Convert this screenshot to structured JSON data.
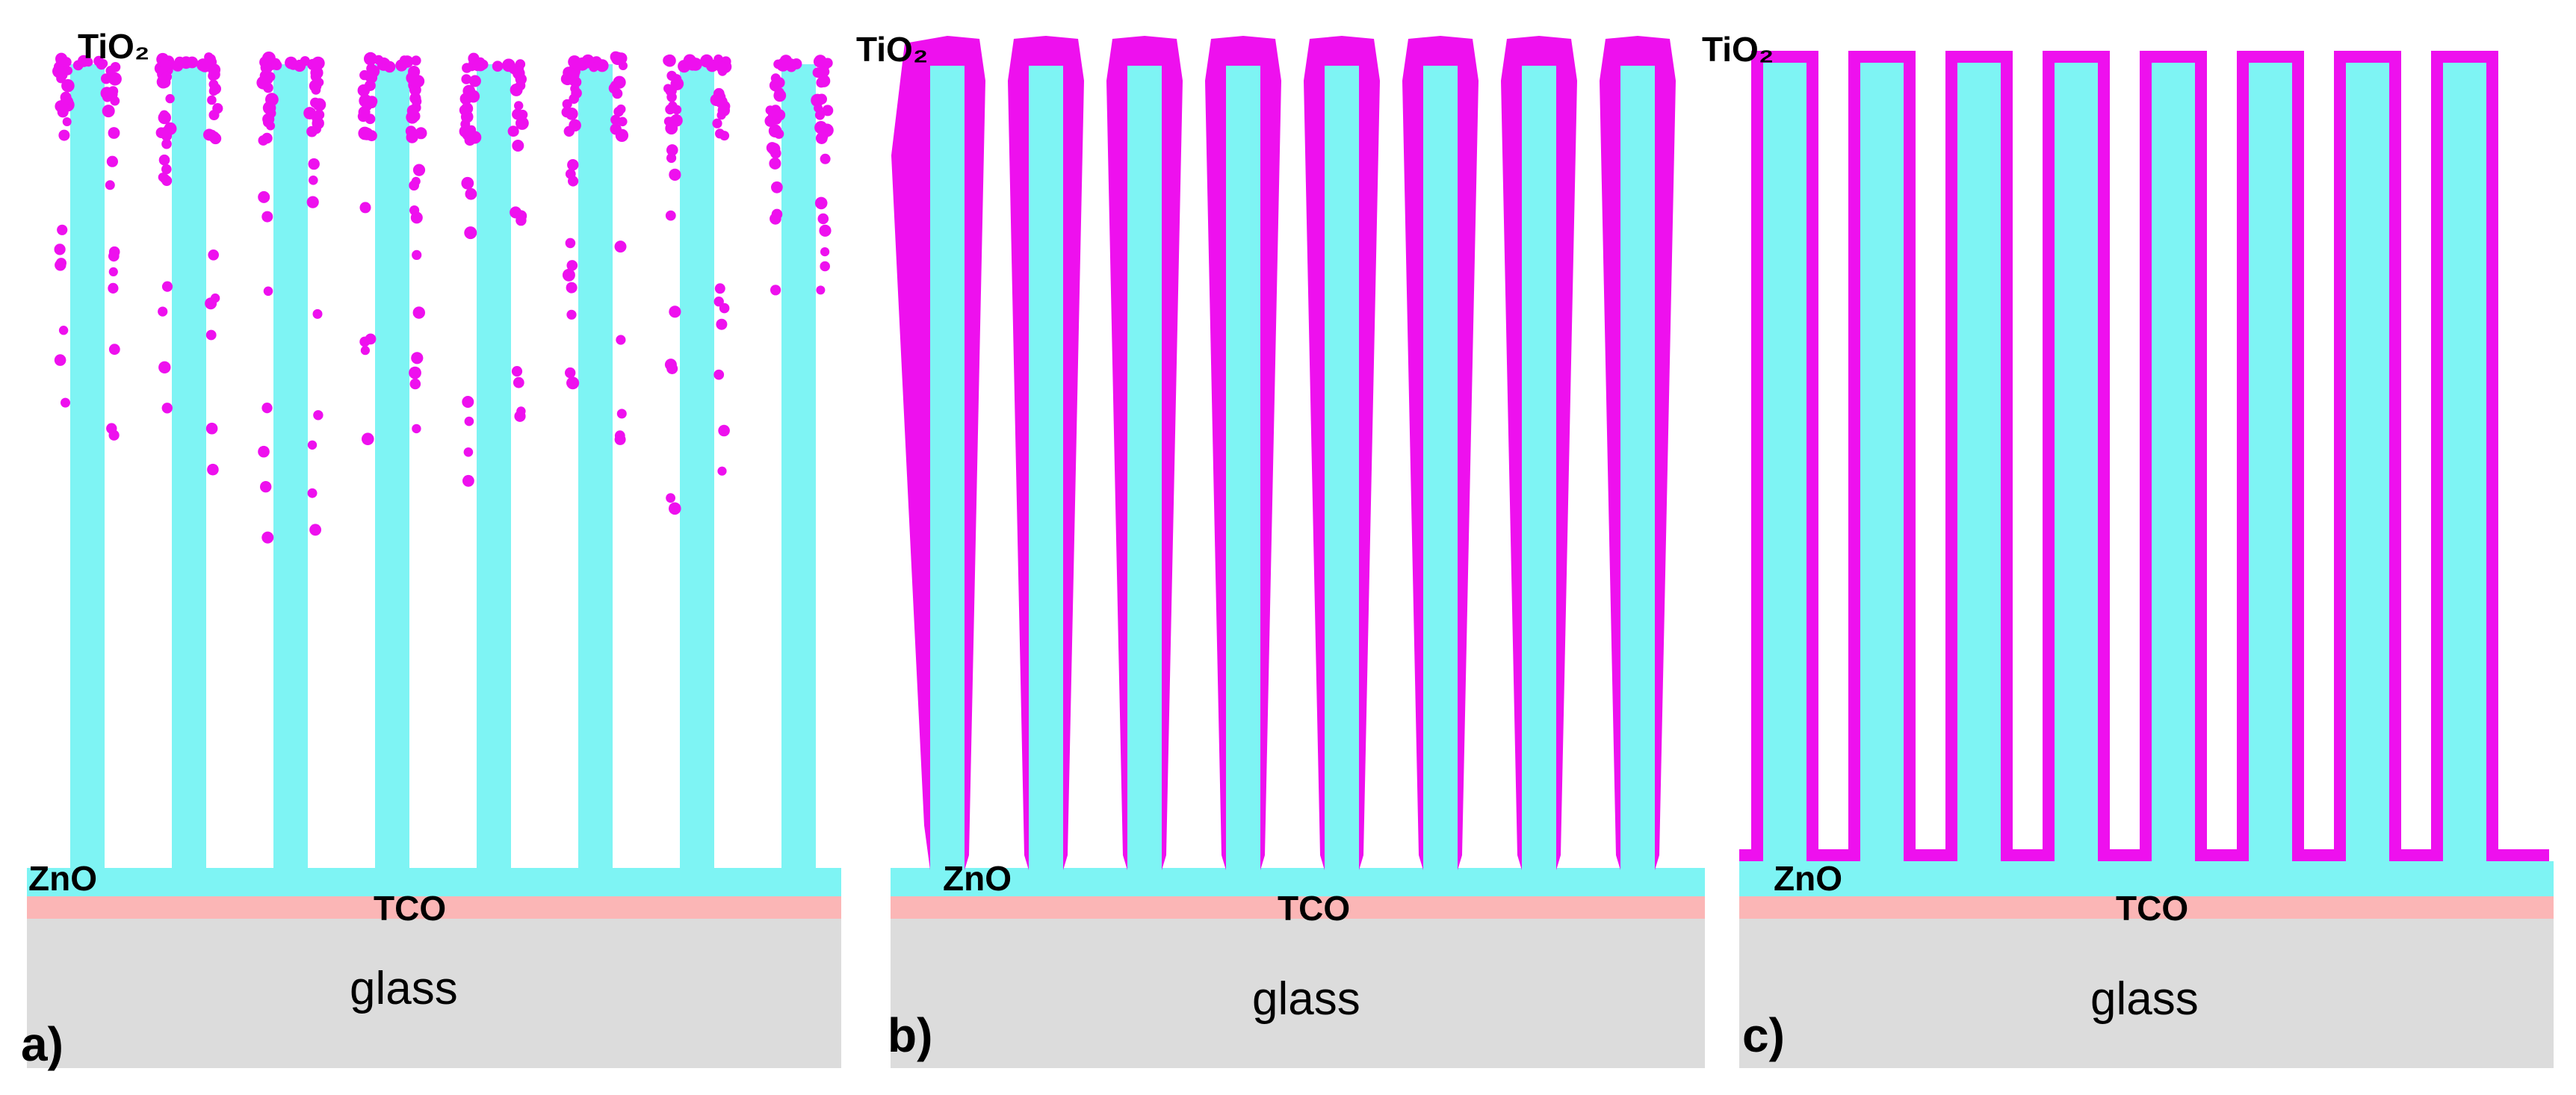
{
  "colors": {
    "zno": "#7ef4f4",
    "tio2": "#ee10ee",
    "tco": "#fbb6b6",
    "glass": "#dcdcdc",
    "text": "#000000"
  },
  "panels": [
    {
      "id": "a",
      "panel_label": "a)",
      "tio2_label": "TiO₂",
      "zno_label": "ZnO",
      "tco_label": "TCO",
      "glass_label": "glass",
      "coating": "particles",
      "rod_count": 8
    },
    {
      "id": "b",
      "panel_label": "b)",
      "tio2_label": "TiO₂",
      "zno_label": "ZnO",
      "tco_label": "TCO",
      "glass_label": "glass",
      "coating": "tapered-shell",
      "rod_count": 8
    },
    {
      "id": "c",
      "panel_label": "c)",
      "tio2_label": "TiO₂",
      "zno_label": "ZnO",
      "tco_label": "TCO",
      "glass_label": "glass",
      "coating": "conformal-shell",
      "rod_count": 8
    }
  ]
}
